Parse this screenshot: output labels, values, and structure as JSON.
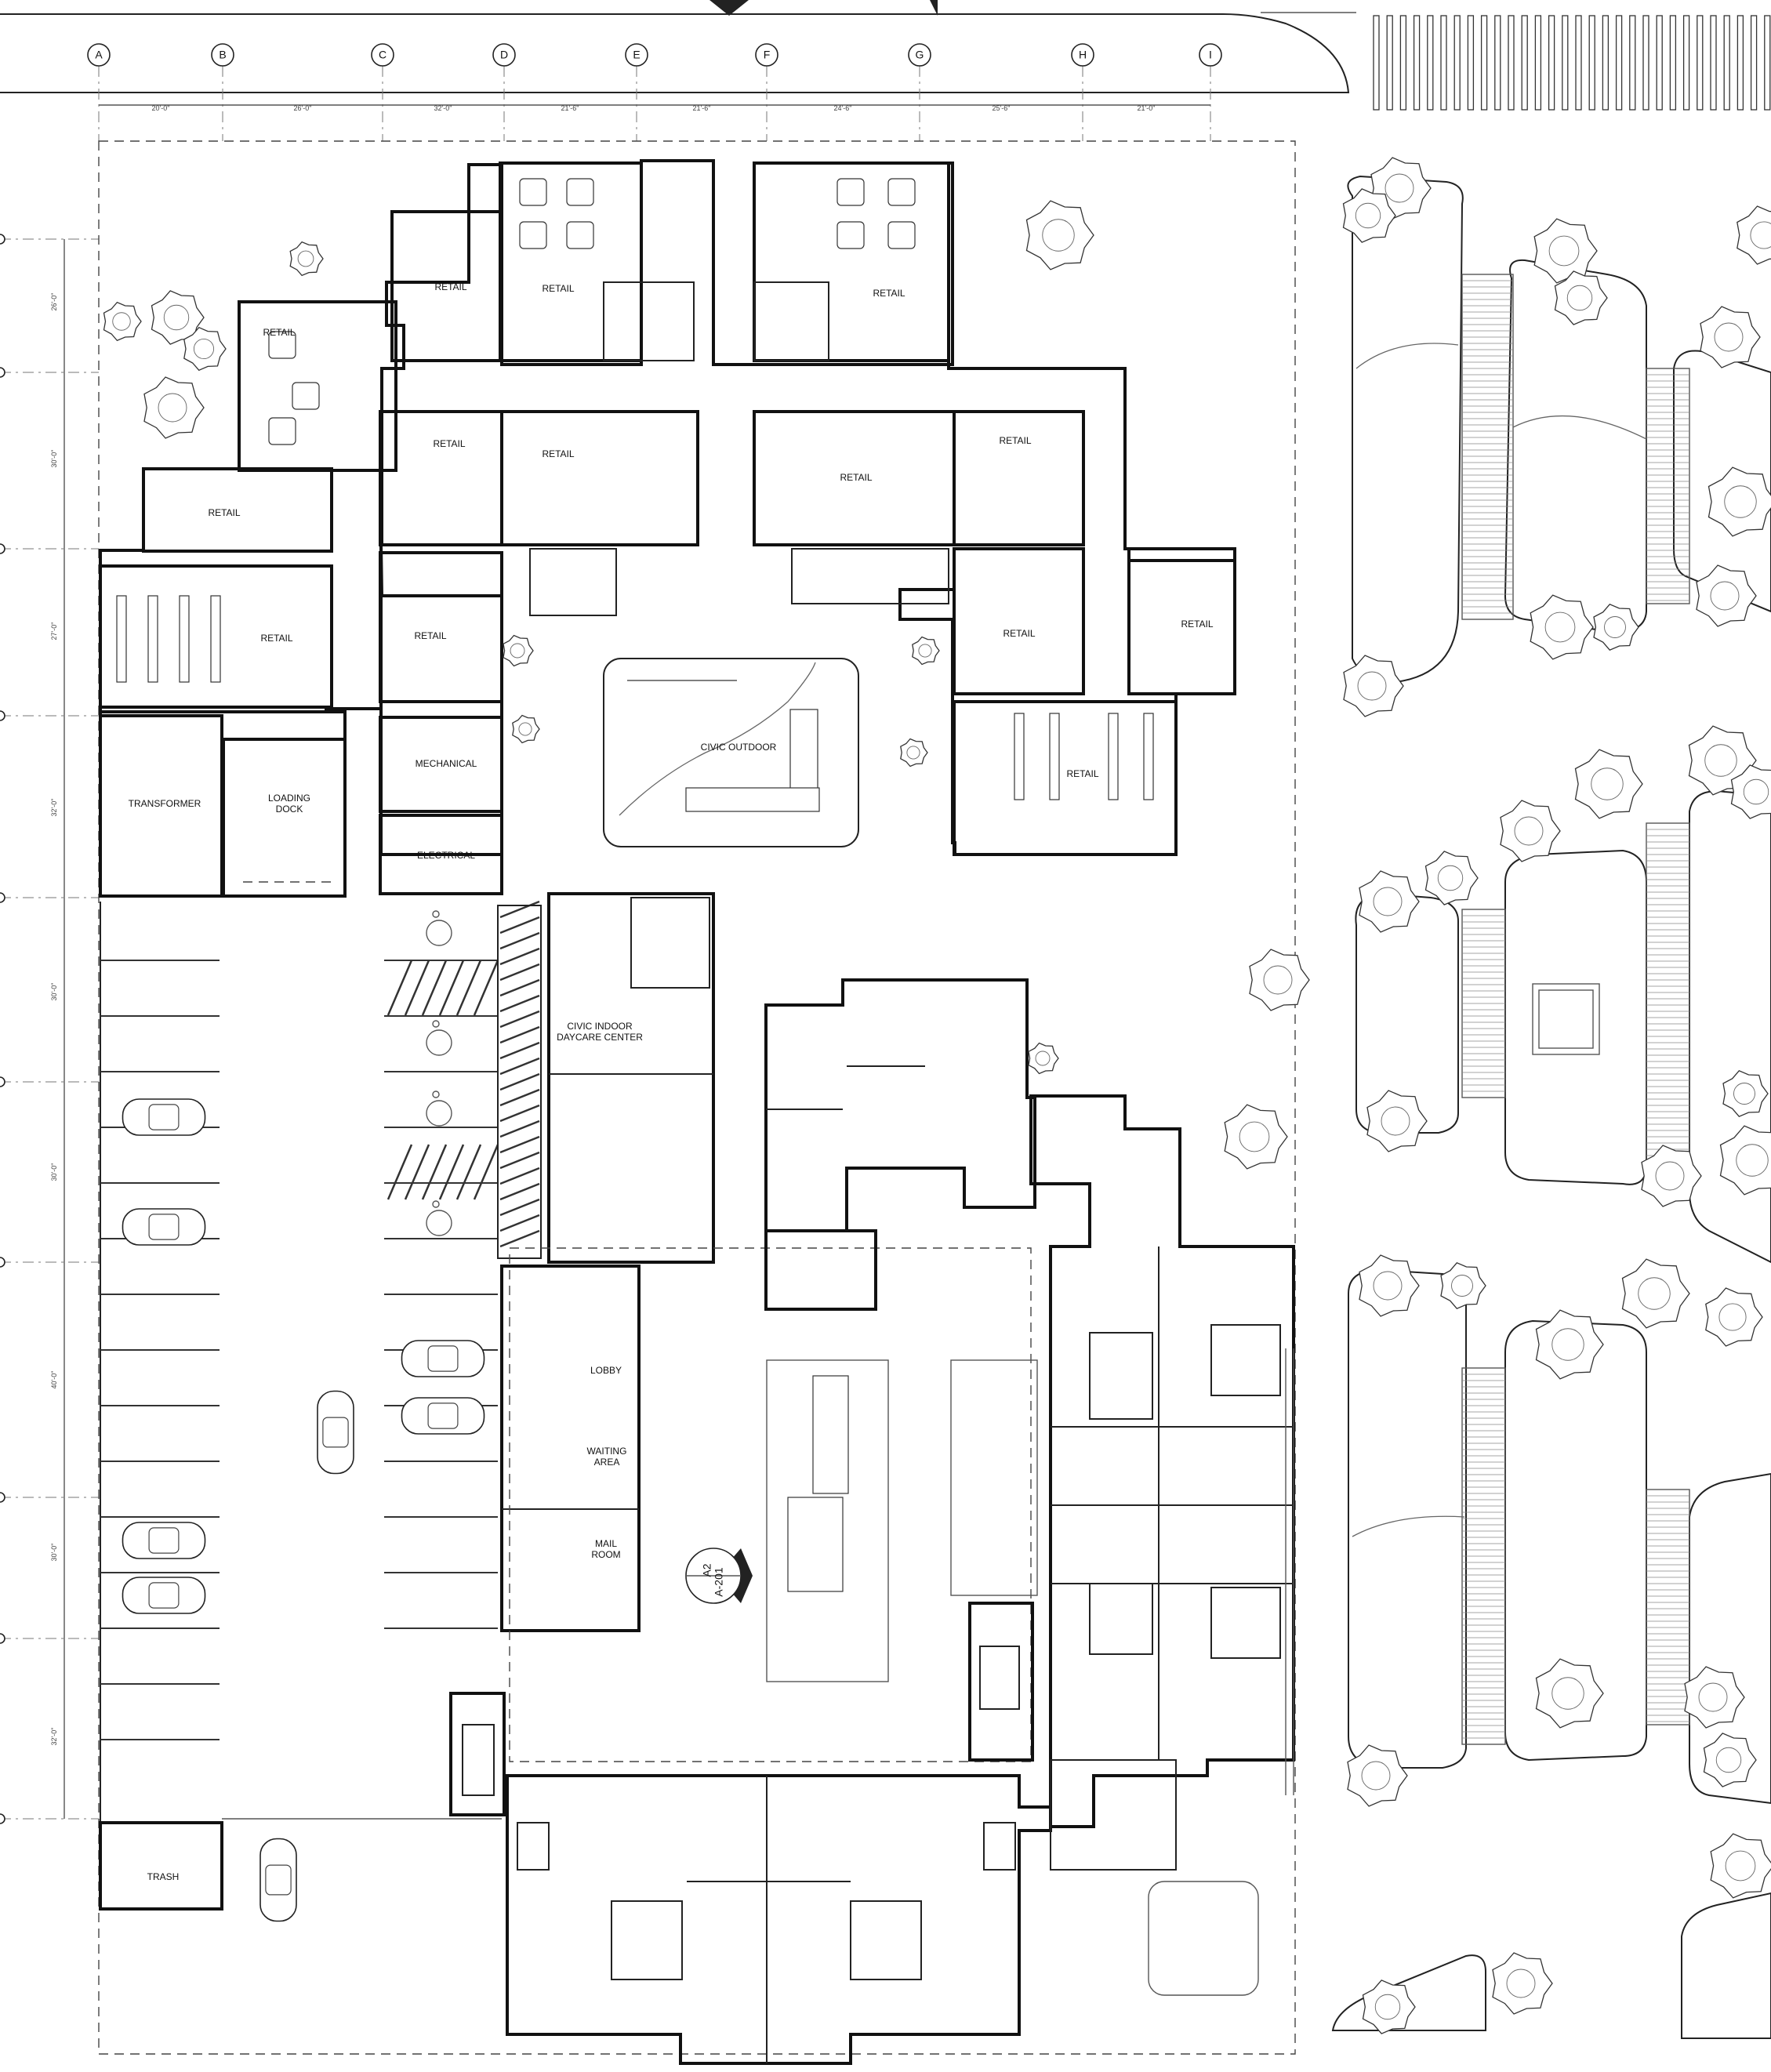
{
  "grid": {
    "columns": [
      "A",
      "B",
      "C",
      "D",
      "E",
      "F",
      "G",
      "H",
      "I"
    ],
    "spacing_labels": [
      "20'-0\"",
      "26'-0\"",
      "32'-0\"",
      "21'-6\"",
      "21'-6\"",
      "24'-6\"",
      "25'-6\"",
      "21'-0\""
    ],
    "row_spacing_labels": [
      "26'-0\"",
      "30'-0\"",
      "27'-0\"",
      "32'-0\"",
      "30'-0\"",
      "30'-0\"",
      "40'-0\"",
      "30'-0\"",
      "32'-0\""
    ]
  },
  "rooms": {
    "retail": "RETAIL",
    "civic_outdoor": "CIVIC OUTDOOR",
    "transformer": "TRANSFORMER",
    "loading_dock_1": "LOADING",
    "loading_dock_2": "DOCK",
    "mechanical": "MECHANICAL",
    "electrical": "ELECTRICAL",
    "daycare_1": "CIVIC INDOOR",
    "daycare_2": "DAYCARE CENTER",
    "lobby": "LOBBY",
    "waiting_1": "WAITING",
    "waiting_2": "AREA",
    "mail_1": "MAIL",
    "mail_2": "ROOM",
    "trash": "TRASH"
  },
  "section_marker": {
    "sheet_top": "A2",
    "sheet_bottom": "A-201"
  },
  "colors": {
    "line": "#111111",
    "background": "#ffffff"
  }
}
